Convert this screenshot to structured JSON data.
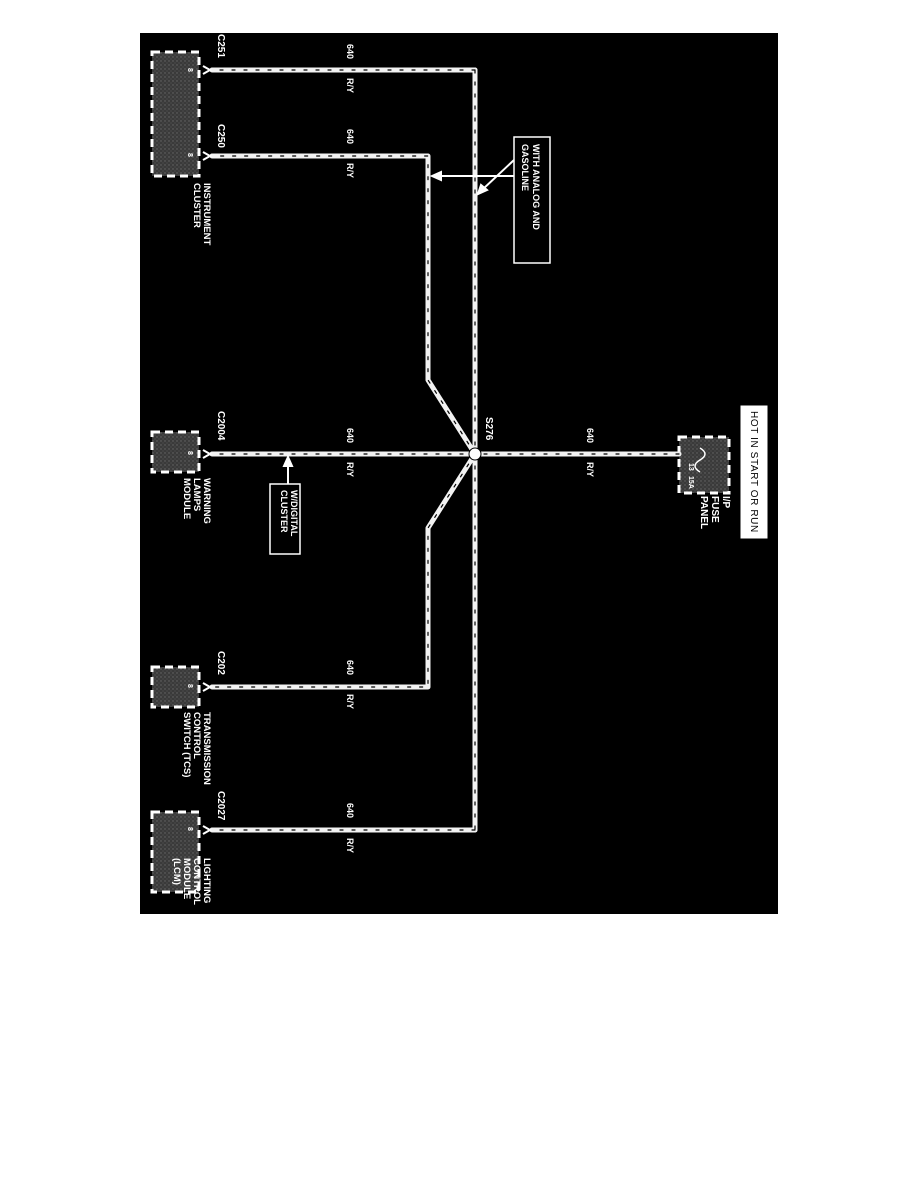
{
  "diagram": {
    "title": "HOT IN START OR RUN",
    "colors": {
      "background": "#000000",
      "wire": "#f2f2f2",
      "page": "#ffffff"
    },
    "fuse_panel": {
      "label_lines": [
        "I/P",
        "FUSE",
        "PANEL"
      ],
      "fuse_number": "13",
      "fuse_rating": "15A"
    },
    "splice": "S276",
    "wire": {
      "number": "640",
      "color": "R/Y"
    },
    "notes": {
      "analog_gasoline": [
        "WITH ANALOG  AND",
        "GASOLINE"
      ],
      "digital_cluster": [
        "W/DIGITAL",
        "CLUSTER"
      ]
    },
    "connectors": {
      "c251": {
        "id": "C251",
        "pin": "8"
      },
      "c250": {
        "id": "C250",
        "pin": "8"
      },
      "c2004": {
        "id": "C2004",
        "pin": "8"
      },
      "c202": {
        "id": "C202",
        "pin": "8"
      },
      "c2027": {
        "id": "C2027",
        "pin": "8"
      }
    },
    "components": {
      "instrument_cluster": [
        "INSTRUMENT",
        "CLUSTER"
      ],
      "warning_lamps_module": [
        "WARNING",
        "LAMPS",
        "MODULE"
      ],
      "transmission_control_switch": [
        "TRANSMISSION",
        "CONTROL",
        "SWITCH (TCS)"
      ],
      "lighting_control_module": [
        "LIGHTING",
        "CONTROL",
        "MODULE",
        "(LCM)"
      ]
    }
  }
}
